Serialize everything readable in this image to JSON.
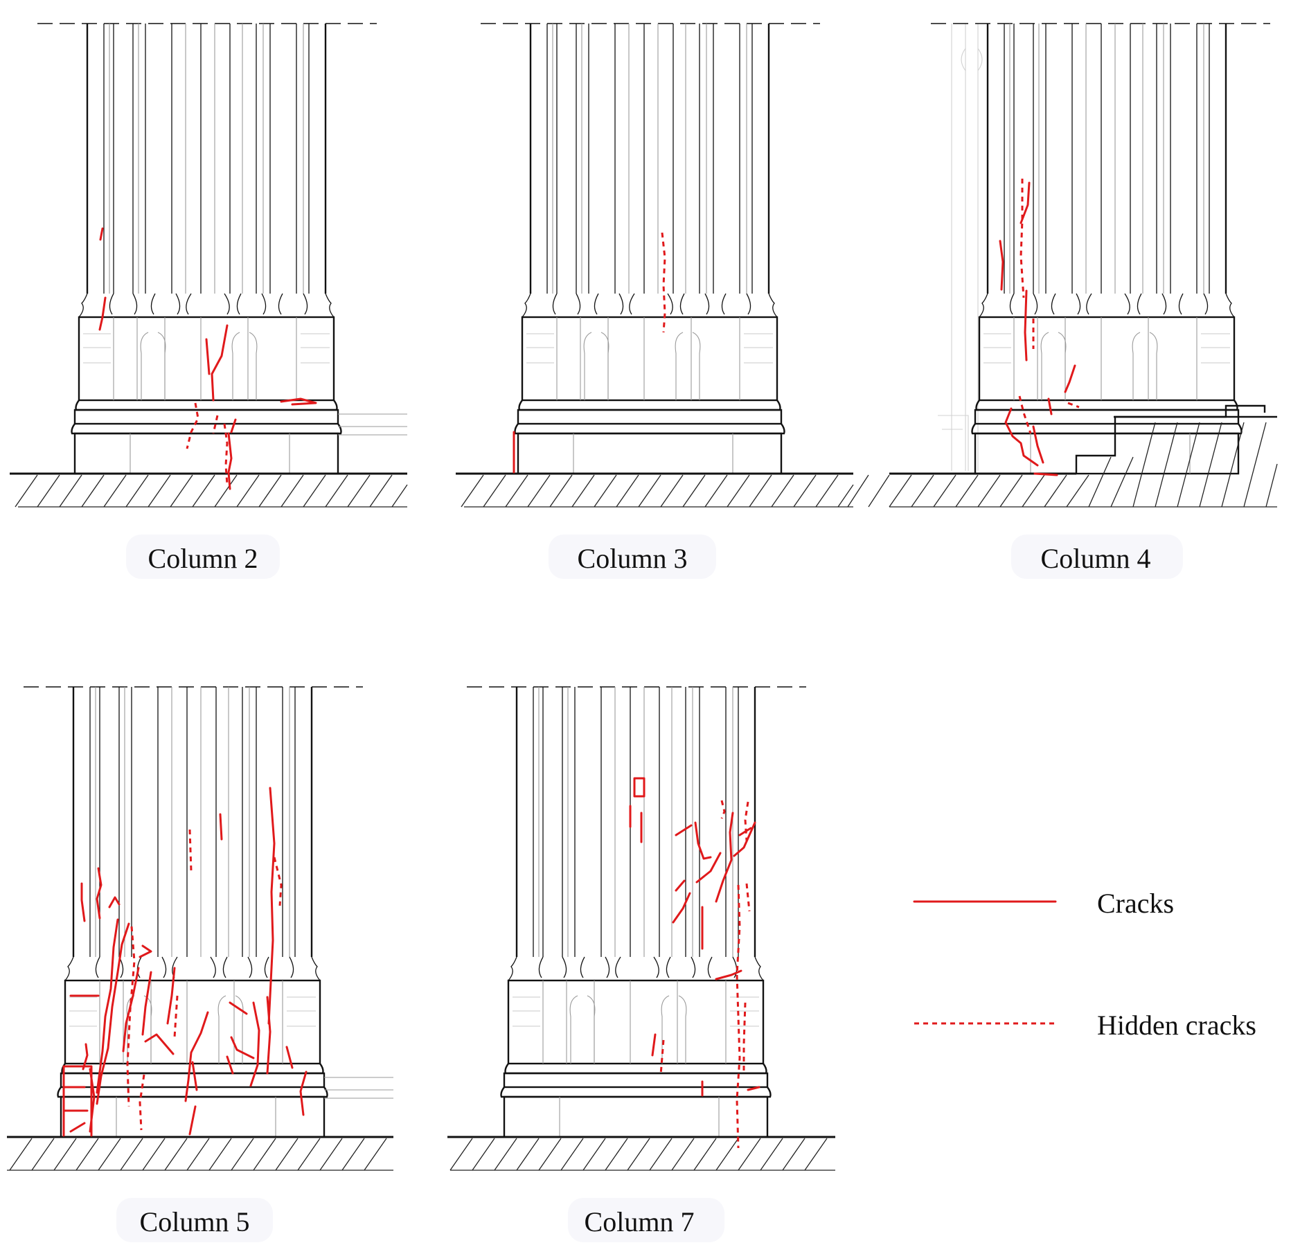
{
  "panels": [
    {
      "label": "Column 2"
    },
    {
      "label": "Column 3"
    },
    {
      "label": "Column 4"
    },
    {
      "label": "Column 5"
    },
    {
      "label": "Column 7"
    }
  ],
  "legend": {
    "cracks_label": "Cracks",
    "hidden_cracks_label": "Hidden cracks"
  },
  "colors": {
    "crack": "#e0191b",
    "line": "#111111"
  }
}
